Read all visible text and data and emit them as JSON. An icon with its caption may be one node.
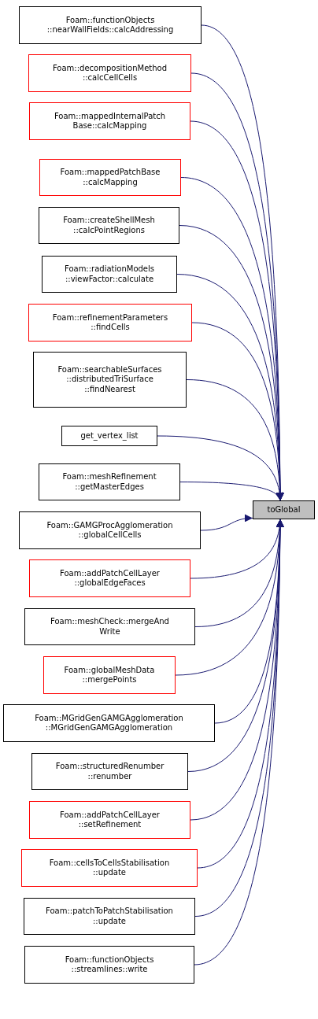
{
  "diagram": {
    "nodes": [
      {
        "text": [
          "Foam::functionObjects ::nearWallFields::calcAddressing"
        ]
      },
      {
        "text": [
          "Foam::decompositionMethod ::calcCellCells"
        ]
      },
      {
        "text": [
          "Foam::mappedInternalPatch Base::calcMapping"
        ]
      },
      {
        "text": [
          "Foam::mappedPatchBase ::calcMapping"
        ]
      },
      {
        "text": [
          "Foam::createShellMesh ::calcPointRegions"
        ]
      },
      {
        "text": [
          "Foam::radiationModels ::viewFactor::calculate"
        ]
      },
      {
        "text": [
          "Foam::refinementParameters ::findCells"
        ]
      },
      {
        "text": [
          "Foam::searchableSurfaces ::distributedTriSurface ::findNearest"
        ]
      },
      {
        "text": [
          "get_vertex_list"
        ]
      },
      {
        "text": [
          "Foam::meshRefinement ::getMasterEdges"
        ]
      },
      {
        "text": [
          "Foam::GAMGProcAgglomeration ::globalCellCells"
        ]
      },
      {
        "text": [
          "Foam::addPatchCellLayer ::globalEdgeFaces"
        ]
      },
      {
        "text": [
          "Foam::meshCheck::mergeAnd Write"
        ]
      },
      {
        "text": [
          "Foam::globalMeshData ::mergePoints"
        ]
      },
      {
        "text": [
          "Foam::MGridGenGAMGAgglomeration ::MGridGenGAMGAgglomeration"
        ]
      },
      {
        "text": [
          "Foam::structuredRenumber ::renumber"
        ]
      },
      {
        "text": [
          "Foam::addPatchCellLayer ::setRefinement"
        ]
      },
      {
        "text": [
          "Foam::cellsToCellsStabilisation ::update"
        ]
      },
      {
        "text": [
          "Foam::patchToPatchStabilisation ::update"
        ]
      },
      {
        "text": [
          "Foam::functionObjects ::streamlines::write"
        ]
      },
      {
        "text": [
          "toGlobal"
        ]
      }
    ],
    "edges": [
      {
        "from": 0,
        "to": 20,
        "arrow": "to"
      },
      {
        "from": 1,
        "to": 20,
        "arrow": "to"
      },
      {
        "from": 2,
        "to": 20,
        "arrow": "to"
      },
      {
        "from": 3,
        "to": 20,
        "arrow": "to"
      },
      {
        "from": 4,
        "to": 20,
        "arrow": "to"
      },
      {
        "from": 5,
        "to": 20,
        "arrow": "to"
      },
      {
        "from": 6,
        "to": 20,
        "arrow": "to"
      },
      {
        "from": 7,
        "to": 20,
        "arrow": "to"
      },
      {
        "from": 8,
        "to": 20,
        "arrow": "to"
      },
      {
        "from": 9,
        "to": 20,
        "arrow": "to"
      },
      {
        "from": 10,
        "to": 20,
        "arrow": "to"
      },
      {
        "from": 11,
        "to": 20,
        "arrow": "to"
      },
      {
        "from": 12,
        "to": 20,
        "arrow": "to"
      },
      {
        "from": 13,
        "to": 20,
        "arrow": "to"
      },
      {
        "from": 14,
        "to": 20,
        "arrow": "to"
      },
      {
        "from": 15,
        "to": 20,
        "arrow": "to"
      },
      {
        "from": 16,
        "to": 20,
        "arrow": "to"
      },
      {
        "from": 17,
        "to": 20,
        "arrow": "to"
      },
      {
        "from": 18,
        "to": 20,
        "arrow": "to"
      },
      {
        "from": 19,
        "to": 20,
        "arrow": "to"
      }
    ]
  }
}
